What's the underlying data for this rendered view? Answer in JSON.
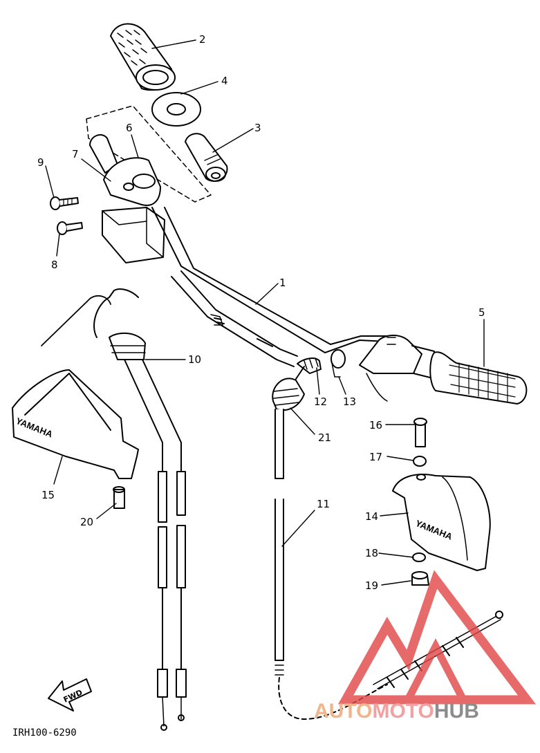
{
  "callouts": [
    {
      "id": "c1",
      "text": "1"
    },
    {
      "id": "c2",
      "text": "2"
    },
    {
      "id": "c3",
      "text": "3"
    },
    {
      "id": "c4",
      "text": "4"
    },
    {
      "id": "c5",
      "text": "5"
    },
    {
      "id": "c6",
      "text": "6"
    },
    {
      "id": "c7",
      "text": "7"
    },
    {
      "id": "c8",
      "text": "8"
    },
    {
      "id": "c9",
      "text": "9"
    },
    {
      "id": "c10",
      "text": "10"
    },
    {
      "id": "c11",
      "text": "11"
    },
    {
      "id": "c12",
      "text": "12"
    },
    {
      "id": "c13",
      "text": "13"
    },
    {
      "id": "c14",
      "text": "14"
    },
    {
      "id": "c15",
      "text": "15"
    },
    {
      "id": "c16",
      "text": "16"
    },
    {
      "id": "c17",
      "text": "17"
    },
    {
      "id": "c18",
      "text": "18"
    },
    {
      "id": "c19",
      "text": "19"
    },
    {
      "id": "c20",
      "text": "20"
    },
    {
      "id": "c21",
      "text": "21"
    }
  ],
  "diagram_code": "IRH100-6290",
  "fwd_label": "FWD",
  "handguard_left_text": "YAMAHA",
  "handguard_right_text": "YAMAHA",
  "watermark": {
    "part1": "AUTO",
    "part2": "MOTO",
    "part3": "HUB",
    "color_auto": "#f2b48a",
    "color_moto": "#f2a0a0",
    "color_hub": "#8c8c8c",
    "triangle_color": "#e24646"
  }
}
